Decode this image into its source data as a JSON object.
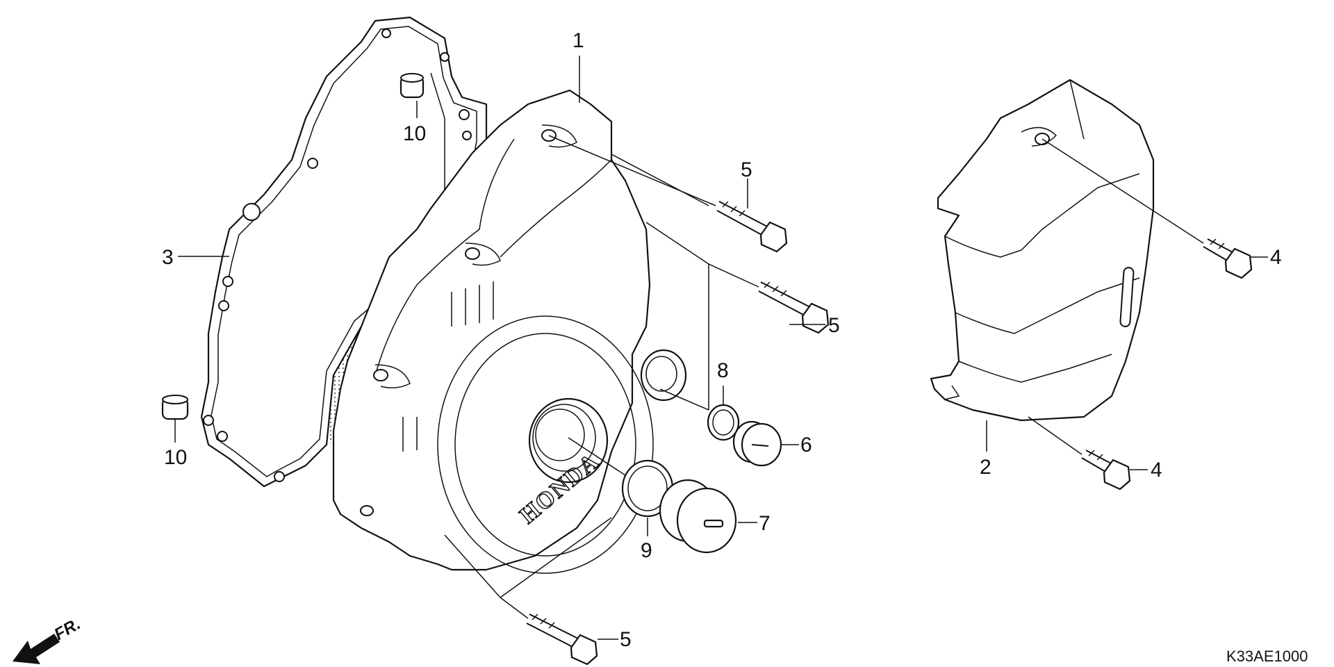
{
  "diagram": {
    "drawing_code": "K33AE1000",
    "front_marker": "FR.",
    "brand_mark": "HONDA",
    "callouts": {
      "c1": "1",
      "c2": "2",
      "c3": "3",
      "c4a": "4",
      "c4b": "4",
      "c5a": "5",
      "c5b": "5",
      "c5c": "5",
      "c6": "6",
      "c7": "7",
      "c8": "8",
      "c9": "9",
      "c10a": "10",
      "c10b": "10"
    }
  }
}
